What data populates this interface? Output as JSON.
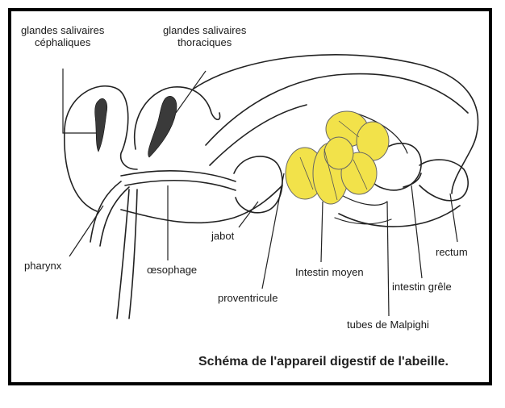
{
  "labels": {
    "cephalic_glands": "glandes salivaires\ncéphaliques",
    "thoracic_glands": "glandes salivaires\nthoraciques",
    "pharynx": "pharynx",
    "oesophagus": "œsophage",
    "crop": "jabot",
    "proventriculus": "proventricule",
    "midgut": "Intestin moyen",
    "rectum": "rectum",
    "small_intestine": "intestin grêle",
    "malpighian_tubules": "tubes de Malpighi"
  },
  "caption": "Schéma de l'appareil digestif de l'abeille.",
  "colors": {
    "midgut_fill": "#f2e24a",
    "line": "#222222",
    "border": "#000000"
  }
}
